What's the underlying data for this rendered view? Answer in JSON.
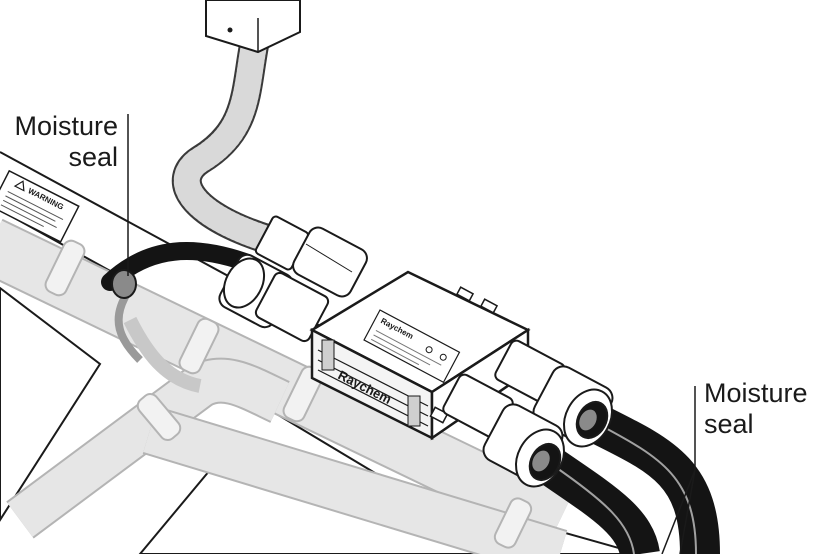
{
  "callouts": {
    "left": [
      "Moisture",
      "seal"
    ],
    "right": [
      "Moisture",
      "seal"
    ]
  },
  "device": {
    "brand_lid": "Raychem",
    "brand_side": "Raychem"
  },
  "warning_label": {
    "title": "WARNING"
  },
  "colors": {
    "ink": "#1a1a1a",
    "pipe_fill": "#e6e6e6",
    "pipe_stroke": "#b4b4b4",
    "cable": "#141414",
    "seal": "#8a8a8a"
  },
  "icons": [
    "warning-triangle-icon",
    "ground-symbol-icon"
  ]
}
